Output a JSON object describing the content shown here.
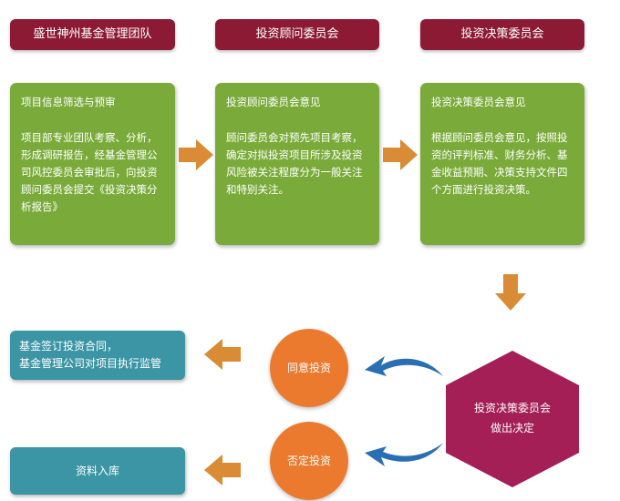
{
  "headers": [
    "盛世神州基金管理团队",
    "投资顾问委员会",
    "投资决策委员会"
  ],
  "cards": [
    {
      "title": "项目信息筛选与预审",
      "lines": [
        "项目部专业团队考察、分析，",
        "形成调研报告，经基金管理公",
        "司风控委员会审批后，向投资",
        "顾问委员会提交《投资决策分",
        "析报告》"
      ]
    },
    {
      "title": "投资顾问委员会意见",
      "lines": [
        "顾问委员会对预先项目考察，",
        "确定对拟投资项目所涉及投资",
        "风险被关注程度分为一般关注",
        "和特别关注。"
      ]
    },
    {
      "title": "投资决策委员会意见",
      "lines": [
        "根据顾问委员会意见，按照投",
        "资的评判标准、财务分析、基",
        "金收益预期、决策支持文件四",
        "个方面进行投资决策。"
      ]
    }
  ],
  "decision": [
    "投资决策委员会",
    "做出决定"
  ],
  "approve": "同意投资",
  "reject": "否定投资",
  "approve_result": [
    "基金签订投资合同，",
    "基金管理公司对项目执行监管"
  ],
  "reject_result": "资料入库",
  "colors": {
    "header": "#8c1a35",
    "card": "#7aab3a",
    "arrow_orange": "#d98c35",
    "circle": "#ec7a2e",
    "hexagon": "#a31f56",
    "result_box": "#3b95a5",
    "curved_arrow": "#2a6fb3"
  }
}
